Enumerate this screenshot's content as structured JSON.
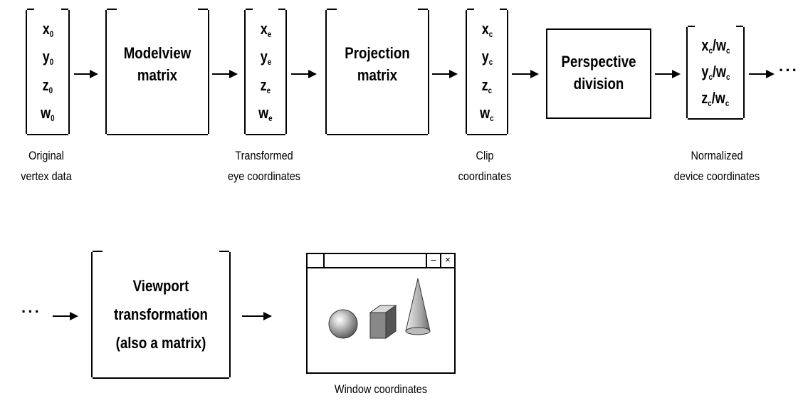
{
  "vectors": {
    "original": [
      "x",
      "y",
      "z",
      "w"
    ],
    "original_sub": "0",
    "eye_sub": "e",
    "clip_sub": "c",
    "ndc": [
      "x",
      "y",
      "z"
    ],
    "ndc_divisor": "/w",
    "ndc_sub": "c"
  },
  "stages": {
    "modelview": [
      "Modelview",
      "matrix"
    ],
    "projection": [
      "Projection",
      "matrix"
    ],
    "perspective": [
      "Perspective",
      "division"
    ],
    "viewport": [
      "Viewport",
      "transformation",
      "(also a matrix)"
    ]
  },
  "captions": {
    "original": [
      "Original",
      "vertex data"
    ],
    "eye": [
      "Transformed",
      "eye coordinates"
    ],
    "clip": [
      "Clip",
      "coordinates"
    ],
    "ndc": [
      "Normalized",
      "device coordinates"
    ],
    "window": "Window coordinates"
  },
  "ellipsis": "···",
  "window_buttons": {
    "minimize": "−",
    "close": "×"
  }
}
